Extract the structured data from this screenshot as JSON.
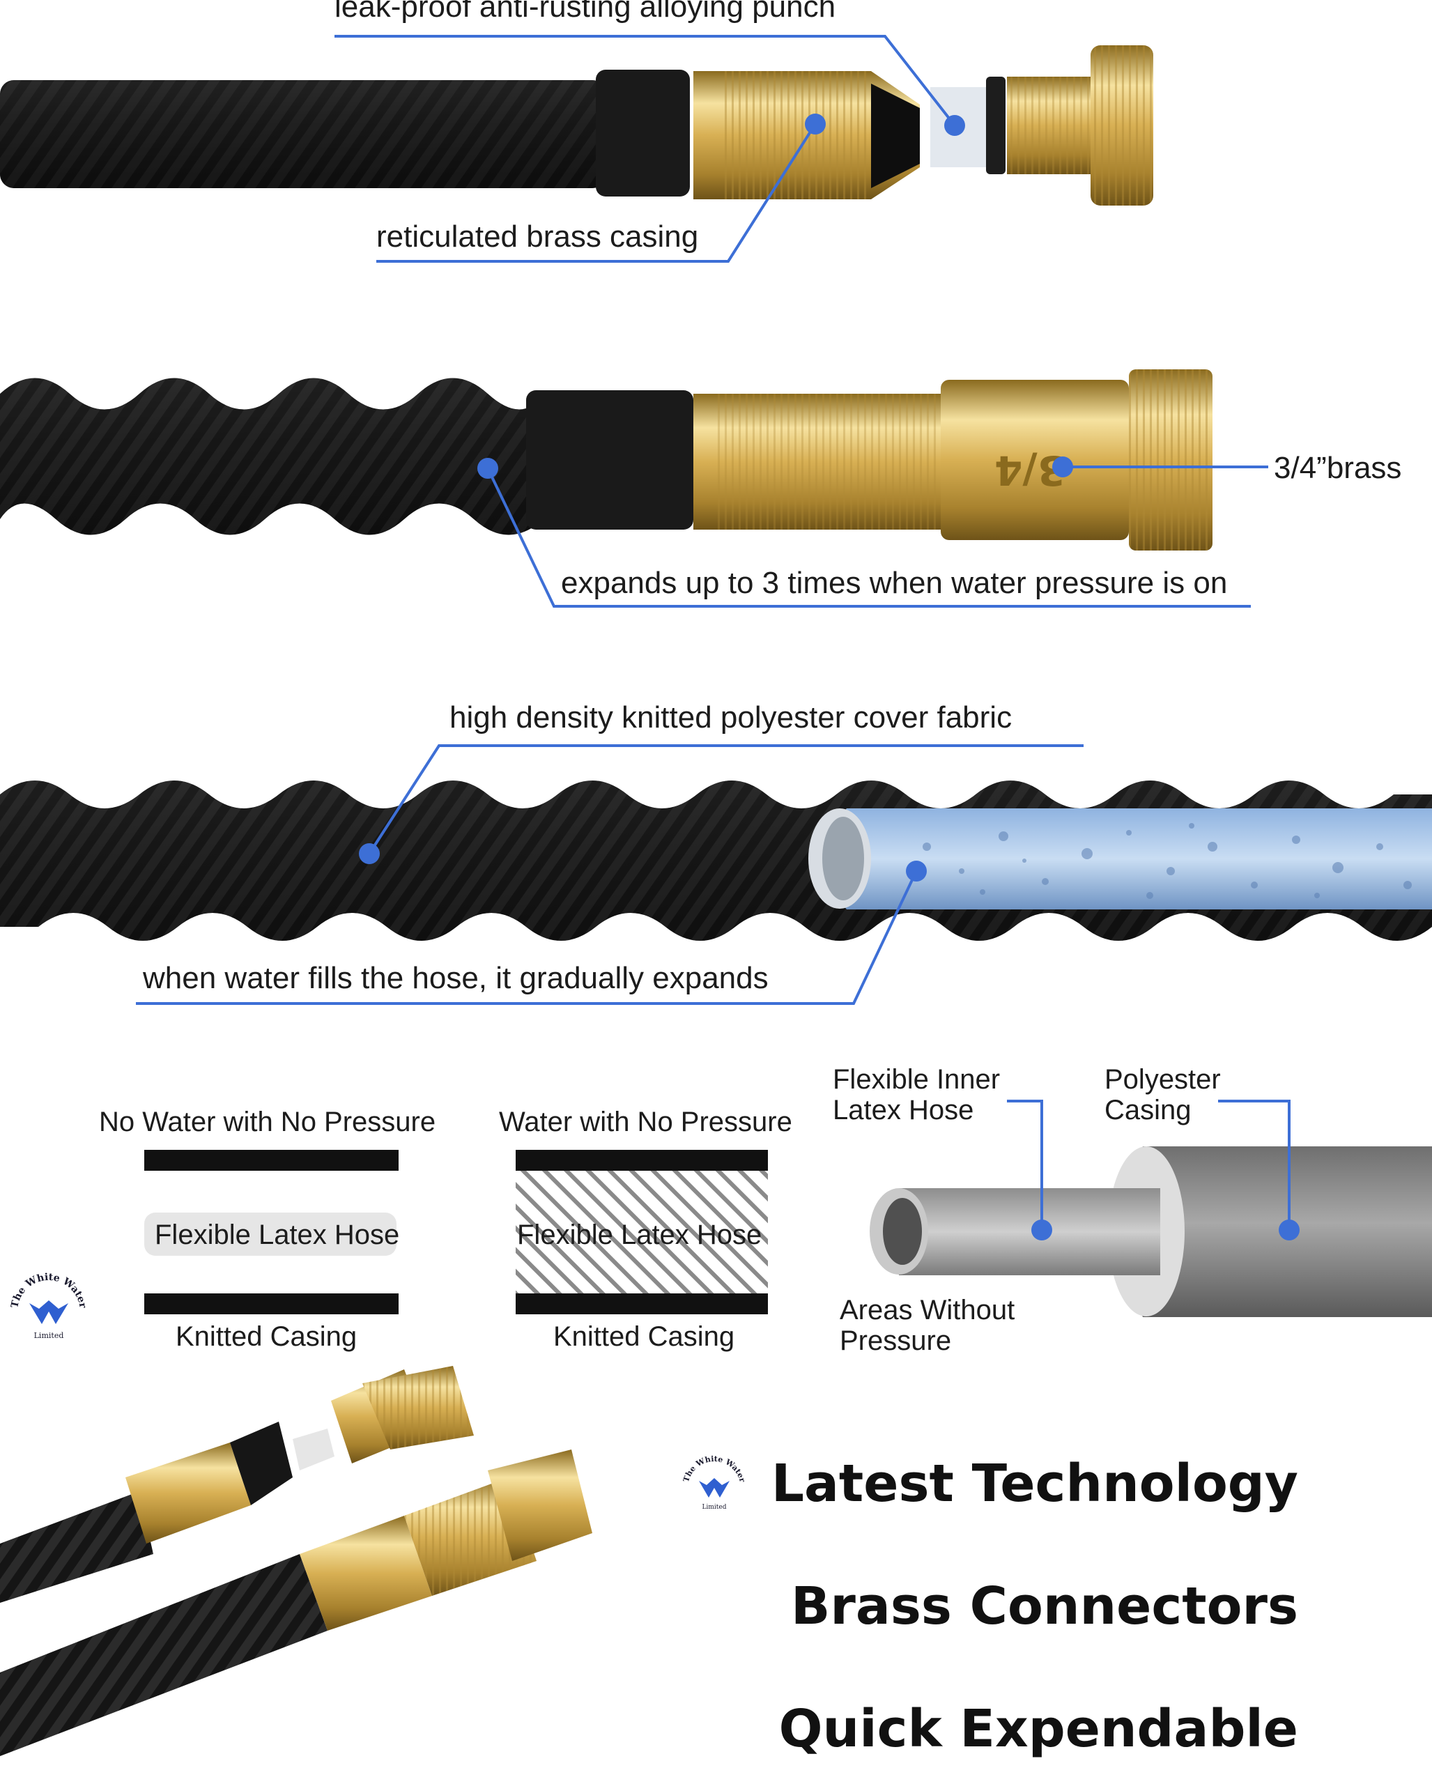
{
  "panel1": {
    "label_top": "leak-proof anti-rusting alloying punch",
    "label_bottom": "reticulated brass casing"
  },
  "panel2": {
    "label_right": "3/4”brass",
    "label_bottom": "expands up to 3 times when water pressure is on",
    "brass_marking": "3/4"
  },
  "panel3": {
    "label_top": "high density knitted polyester cover fabric",
    "label_bottom": "when water fills the hose, it gradually expands"
  },
  "panel4": {
    "no_water_title": "No Water with No Pressure",
    "no_water_middle": "Flexible Latex Hose",
    "no_water_bottom": "Knitted Casing",
    "water_title": "Water with No Pressure",
    "water_middle": "Flexible Latex Hose",
    "water_bottom": "Knitted Casing",
    "inner_hose_label": "Flexible Inner\nLatex Hose",
    "casing_label": "Polyester\nCasing",
    "areas_label": "Areas Without\nPressure"
  },
  "features": [
    "Latest Technology",
    "Brass Connectors",
    "Quick Expendable"
  ],
  "logo": {
    "top_text": "The White Water",
    "bottom_text": "Limited"
  },
  "colors": {
    "callout": "#3d6fd6",
    "brass": "#d9b55a",
    "hose": "#141414"
  }
}
